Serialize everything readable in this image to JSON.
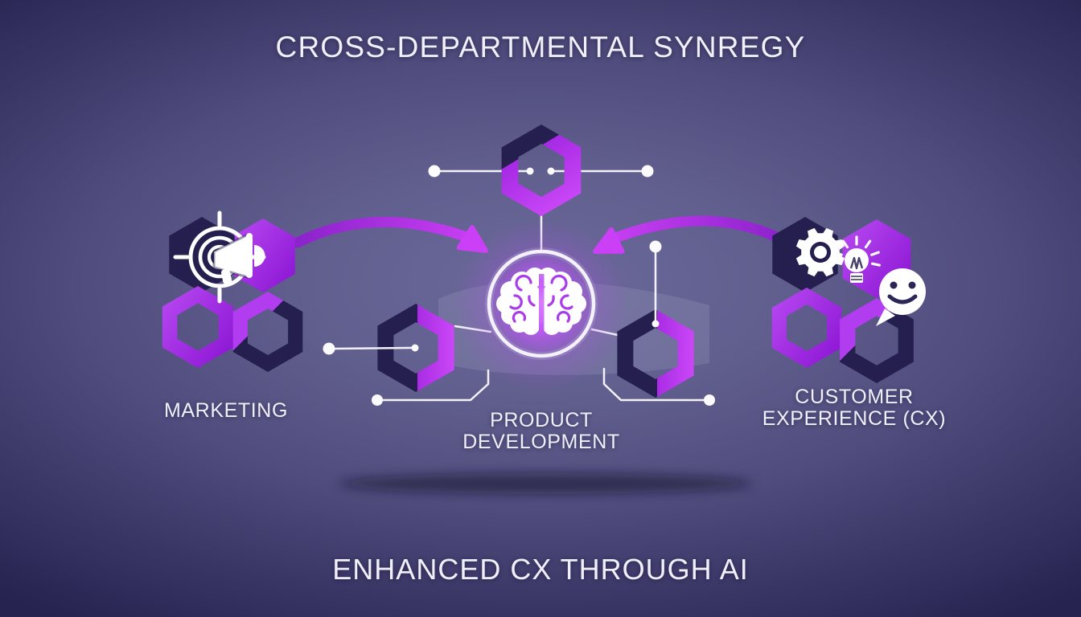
{
  "title": "CROSS-DEPARTMENTAL SYNREGY",
  "footer": "ENHANCED CX THROUGH AI",
  "diagram": {
    "center": {
      "name": "ai-core",
      "icon": "brain-icon"
    },
    "top_node": {
      "icon": "hexagon-ring"
    },
    "nodes": [
      {
        "id": "marketing",
        "label": "MARKETING",
        "icon": "target-megaphone-icon"
      },
      {
        "id": "product-development",
        "label_line1": "PRODUCT",
        "label_line2": "DEVELOPMENT",
        "icon": "hexagon-ring"
      },
      {
        "id": "customer-experience",
        "label_line1": "CUSTOMER",
        "label_line2": "EXPERIENCE (CX)",
        "icons": [
          "gear-icon",
          "lightbulb-icon",
          "smiley-speech-bubble-icon"
        ]
      }
    ]
  },
  "colors": {
    "background_center": "#6b699a",
    "background_edge": "#272350",
    "purple": "#a92ce4",
    "purple_light": "#cf4cfa",
    "purple_deep": "#8d17d4",
    "navy": "#241f4e",
    "line": "#f3f2fa",
    "glow": "#c863ff",
    "arrow_start": "#8d23cc",
    "arrow_end": "#cb40f6",
    "face": "#2c2656"
  }
}
